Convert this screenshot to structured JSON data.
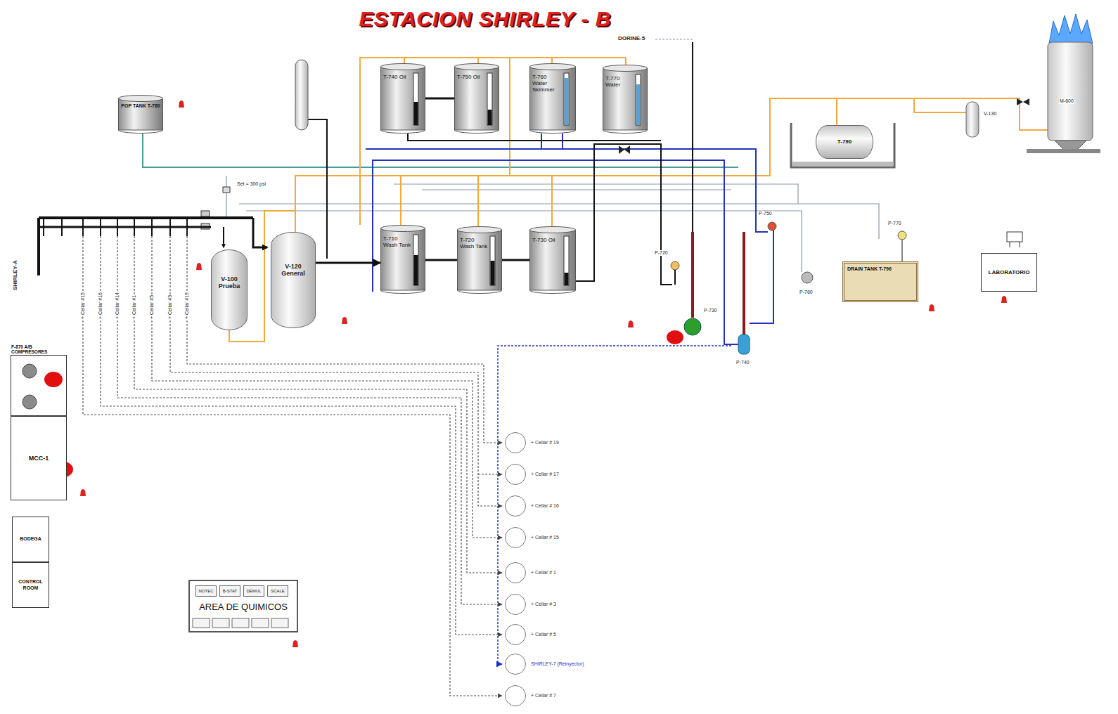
{
  "diagram": {
    "title": "ESTACION SHIRLEY - B",
    "nodes": [
      {
        "text": [
          "T-740 Oil"
        ]
      },
      {
        "text": [
          "T-750 Oil"
        ]
      },
      {
        "text": [
          "T-760 Water Skimmer"
        ]
      },
      {
        "text": [
          "T-770 Water"
        ]
      },
      {
        "text": [
          "POP TANK T-780"
        ]
      },
      {
        "text": [
          "T-790"
        ]
      },
      {
        "text": [
          "V-100 Prueba"
        ]
      },
      {
        "text": [
          "V-120 General"
        ]
      },
      {
        "text": [
          "T-710 Wash Tank"
        ]
      },
      {
        "text": [
          "T-720 Wash Tank"
        ]
      },
      {
        "text": [
          "T-730 Oil"
        ]
      },
      {
        "text": [
          "DRAIN TANK T-796"
        ]
      },
      {
        "text": [
          "LABORATORIO"
        ]
      },
      {
        "text": [
          "F-870 A/B COMPRESORES"
        ]
      },
      {
        "text": [
          "MCC-1"
        ]
      },
      {
        "text": [
          "BODEGA"
        ]
      },
      {
        "text": [
          "CONTROL ROOM"
        ]
      },
      {
        "text": [
          "AREA DE QUIMICOS"
        ]
      },
      {
        "text": [
          "NOTEC"
        ],
        "in": 17
      },
      {
        "text": [
          "B-STAT"
        ],
        "in": 17
      },
      {
        "text": [
          "DEMUL"
        ],
        "in": 17
      },
      {
        "text": [
          "SCALE"
        ],
        "in": 17
      },
      {
        "text": [
          "+ Cellar # 19"
        ]
      },
      {
        "text": [
          "+ Cellar # 17"
        ]
      },
      {
        "text": [
          "+ Cellar # 16"
        ]
      },
      {
        "text": [
          "+ Cellar # 15"
        ]
      },
      {
        "text": [
          "+ Cellar # 1"
        ]
      },
      {
        "text": [
          "+ Cellar # 3"
        ]
      },
      {
        "text": [
          "+ Cellar # 5"
        ]
      },
      {
        "text": [
          "SHIRLEY-7 (Reinyector)"
        ]
      },
      {
        "text": [
          "+ Cellar # 7"
        ]
      }
    ],
    "edges": [
      {
        "from": 7,
        "to": 8,
        "arrow": "to"
      },
      {
        "from": 8,
        "to": 9,
        "arrow": "none"
      },
      {
        "from": 9,
        "to": 10,
        "arrow": "none"
      },
      {
        "from": 0,
        "to": 1,
        "arrow": "none"
      }
    ],
    "labels": [
      "DORINE-5",
      "Set = 300 psi",
      "SHIRLEY-A",
      "+ Cellar #15",
      "+ Cellar #16",
      "+ Cellar #14",
      "+ Cellar #1",
      "+ Cellar #5",
      "+ Cellar #3",
      "+ Cellar #19",
      "V-130",
      "M-600",
      "P-750",
      "P-770",
      "P-720",
      "P-760",
      "P-730",
      "P-740"
    ]
  }
}
